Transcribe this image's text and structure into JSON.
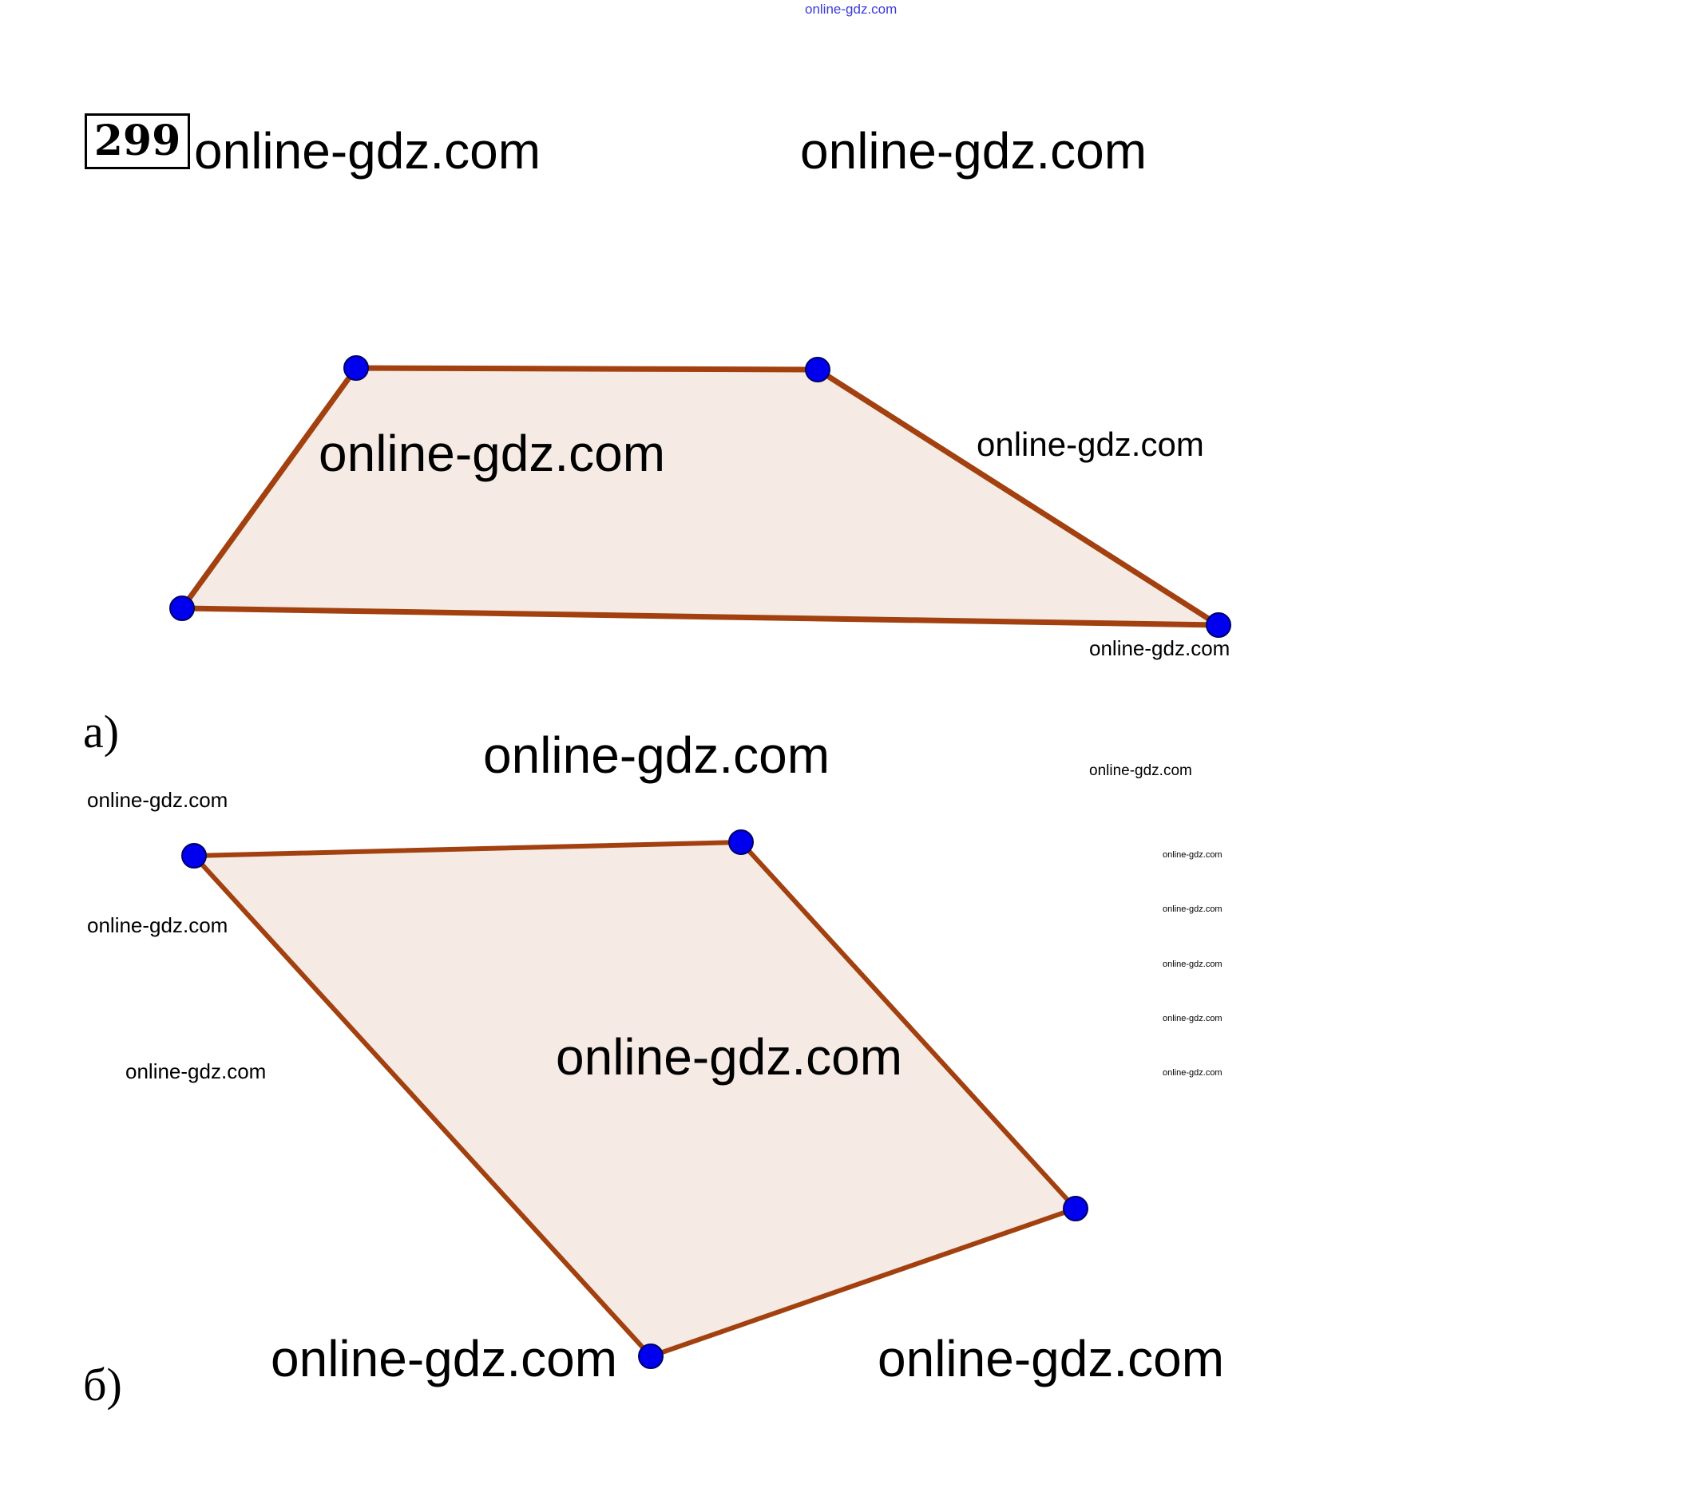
{
  "problem_number": "299",
  "watermark": "online-gdz.com",
  "figures": [
    {
      "label": "а)",
      "shape": "quadrilateral"
    },
    {
      "label": "б)",
      "shape": "quadrilateral"
    }
  ],
  "colors": {
    "fill": "#f5ebe4",
    "stroke": "#a3400f",
    "point": "#0000ee"
  }
}
